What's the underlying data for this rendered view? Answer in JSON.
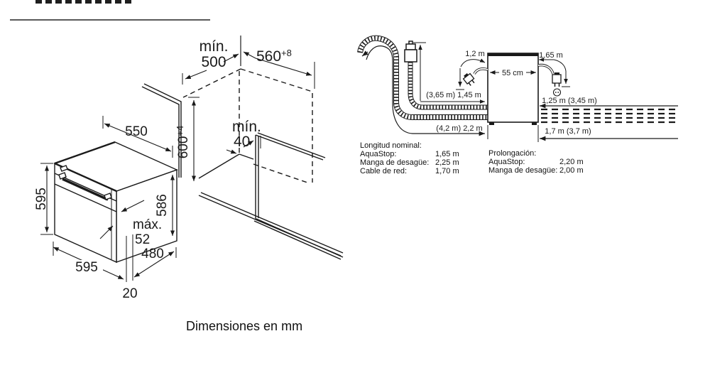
{
  "left_diagram": {
    "caption": "Dimensiones en mm",
    "dimensions": {
      "min_500": {
        "line1": "mín.",
        "line2": "500"
      },
      "niche_width": {
        "value": "560",
        "tolerance": "+8"
      },
      "top_depth": "550",
      "niche_height": {
        "value": "600",
        "tolerance": "+4"
      },
      "min_40": {
        "line1": "mín.",
        "line2": "40"
      },
      "front_height": "595",
      "body_height": "586",
      "max_52": {
        "line1": "máx.",
        "line2": "52"
      },
      "front_width": "595",
      "body_depth": "480",
      "gap": "20"
    }
  },
  "right_diagram": {
    "labels": {
      "cable_left": "1,2 m",
      "cable_right": "1,65 m",
      "machine_width": "55 cm",
      "supply_hose": "(3,65 m) 1,45 m",
      "drain_hose": "(4,2 m) 2,2 m",
      "right_upper": "1,25 m (3,45 m)",
      "right_lower": "1,7 m (3,7 m)"
    },
    "notes": {
      "nominal": {
        "title": "Longitud nominal:",
        "rows": [
          {
            "label": "AquaStop:",
            "value": "1,65 m"
          },
          {
            "label": "Manga de desagüe:",
            "value": "2,25 m"
          },
          {
            "label": "Cable de red:",
            "value": "1,70 m"
          }
        ]
      },
      "extension": {
        "title": "Prolongación:",
        "rows": [
          {
            "label": "AquaStop:",
            "value": "2,20 m"
          },
          {
            "label": "Manga de desagüe:",
            "value": "2,00 m"
          }
        ]
      }
    }
  }
}
